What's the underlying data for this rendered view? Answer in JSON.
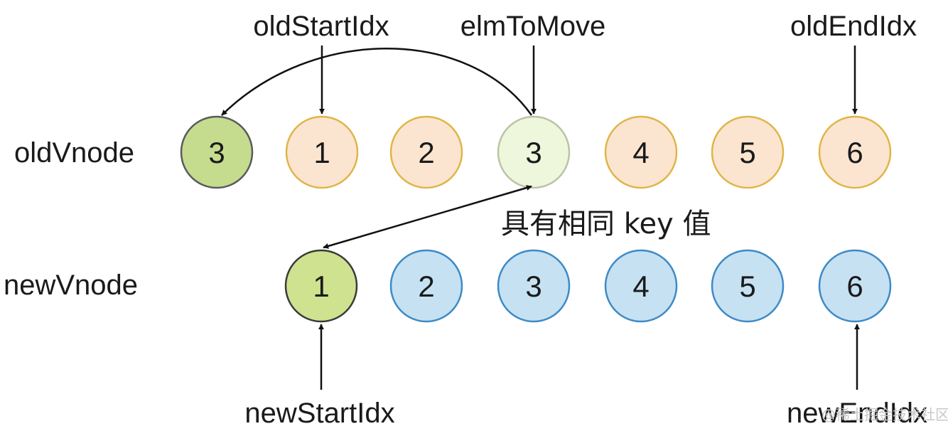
{
  "pointers": {
    "old_start": "oldStartIdx",
    "elm_to_move": "elmToMove",
    "old_end": "oldEndIdx",
    "new_start": "newStartIdx",
    "new_end": "newEndIdx"
  },
  "rows": {
    "old_label": "oldVnode",
    "new_label": "newVnode"
  },
  "old_nodes": [
    "3",
    "1",
    "2",
    "3",
    "4",
    "5",
    "6"
  ],
  "new_nodes": [
    "1",
    "2",
    "3",
    "4",
    "5",
    "6"
  ],
  "same_key_note": "具有相同 key 值",
  "watermark": "@稀土掘金技术社区",
  "colors": {
    "moved_fill": "#c5dc8f",
    "moved_stroke": "#5a5a5a",
    "matched_fill": "#eef6dc",
    "matched_stroke": "#b9c4a5",
    "old_fill": "#fbe5d0",
    "old_stroke": "#e0b547",
    "new_fill": "#c6e1f2",
    "new_stroke": "#3d8ac7",
    "new_match_fill": "#cfe28f",
    "new_match_stroke": "#3a3a3a"
  }
}
